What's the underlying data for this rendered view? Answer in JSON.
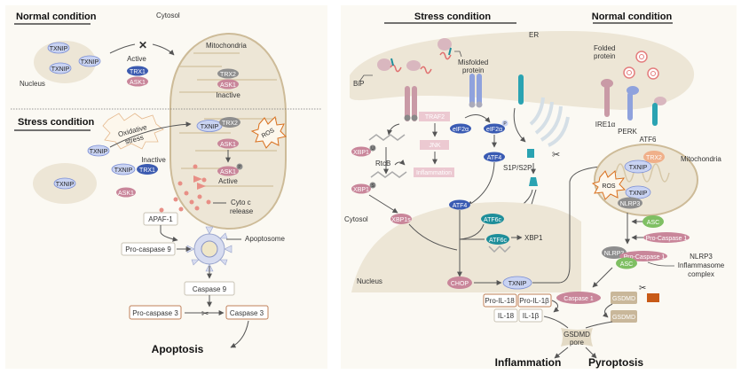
{
  "left_panel": {
    "normal_header": "Normal condition",
    "stress_header": "Stress condition",
    "cytosol_label": "Cytosol",
    "nucleus_label": "Nucleus",
    "mitochondria_label": "Mitochondria",
    "normal": {
      "nucleus_proteins": [
        "TXNIP",
        "TXNIP",
        "TXNIP"
      ],
      "blocked_symbol": "✕",
      "active_label": "Active",
      "trx1": "TRX1",
      "ask1": "ASK1",
      "mito_trx2": "TRX2",
      "mito_ask1": "ASK1",
      "mito_inactive": "Inactive"
    },
    "stress": {
      "oxidative_stress": [
        "Oxidative",
        "stress"
      ],
      "txnip_out": "TXNIP",
      "nucleus_txnip": "TXNIP",
      "inactive_label": "Inactive",
      "txnip_bound": "TXNIP",
      "trx1": "TRX1",
      "ask1": "ASK1",
      "mito_txnip": "TXNIP",
      "mito_trx2": "TRX2",
      "ros": "ROS",
      "mito_ask1": "ASK1",
      "mito_ask1_p": "ASK1",
      "p_label": "P",
      "active_label": "Active",
      "cyto_c": [
        "Cyto c",
        "release"
      ],
      "apaf1": "APAF-1",
      "apoptosome": "Apoptosome",
      "pro_caspase9": "Pro-caspase 9",
      "caspase9": "Caspase 9",
      "pro_caspase3": "Pro-caspase 3",
      "caspase3": "Caspase 3",
      "outcome": "Apoptosis"
    }
  },
  "right_panel": {
    "stress_header": "Stress condition",
    "normal_header": "Normal condition",
    "er_label": "ER",
    "bip": "BiP",
    "misfolded": [
      "Misfolded",
      "protein"
    ],
    "folded": [
      "Folded",
      "protein"
    ],
    "sensors": {
      "ire1": "IRE1α",
      "perk": "PERK",
      "atf6": "ATF6"
    },
    "p_label": "P",
    "traf2": "TRAF2",
    "jnk": "JNK",
    "inflammation_box": "Inflammation",
    "xbp1u": "XBP1",
    "u_badge": "U",
    "rtcb": "RtcB",
    "xbp1s_pre": "XBP1",
    "s_badge": "S",
    "xbp1s": "XBP1s",
    "eif2a": "eIF2α",
    "eif2a_p": "eIF2α",
    "atf4": "ATF4",
    "atf4_nuc": "ATF4",
    "s1p_s2p": "S1P/S2P",
    "atf6c": "ATF6c",
    "atf6c_dna": "ATF6c",
    "xbp1_out": "XBP1",
    "cytosol": "Cytosol",
    "nucleus": "Nucleus",
    "chop": "CHOP",
    "txnip": "TXNIP",
    "mitochondria": "Mitochondria",
    "mito_trx2": "TRX2",
    "mito_txnip1": "TXNIP",
    "mito_txnip2": "TXNIP",
    "ros": "ROS",
    "nlrp3": "NLRP3",
    "asc": "ASC",
    "pro_caspase1": "Pro-Caspase 1",
    "complex_nlrp3": "NLRP3",
    "complex_pro_casp1": "Pro-Caspase 1",
    "complex_asc": "ASC",
    "inflammasome": [
      "NLRP3",
      "Inflammasome",
      "complex"
    ],
    "caspase1": "Caspase 1",
    "gsdmd1": "GSDMD",
    "gsdmd2": "GSDMD",
    "pro_il18": "Pro-IL-18",
    "pro_il1b": "Pro-IL-1β",
    "il18": "IL-18",
    "il1b": "IL-1β",
    "pore": [
      "GSDMD",
      "pore"
    ],
    "outcome_inflammation": "Inflammation",
    "outcome_pyroptosis": "Pyroptosis"
  },
  "colors": {
    "panel_bg": "#fbf9f3",
    "organelle": "#ede6d6",
    "organelle_edge": "#cdbb98",
    "txnip": "#c9d3f2",
    "txnip_edge": "#7b8ed4",
    "trx1": "#3c5bb0",
    "ask1": "#c9869a",
    "trx2": "#8e8e8e",
    "ros_edge": "#d9701e",
    "cyto_c": "#e88f86",
    "caspase_edge": "#c0815a",
    "teal": "#2aa3b2",
    "asc": "#7fbf63",
    "gsdmd": "#c9b79a",
    "orange": "#c85a17",
    "eif2a": "#3a5bb3",
    "trx2_right": "#f0b08a"
  }
}
